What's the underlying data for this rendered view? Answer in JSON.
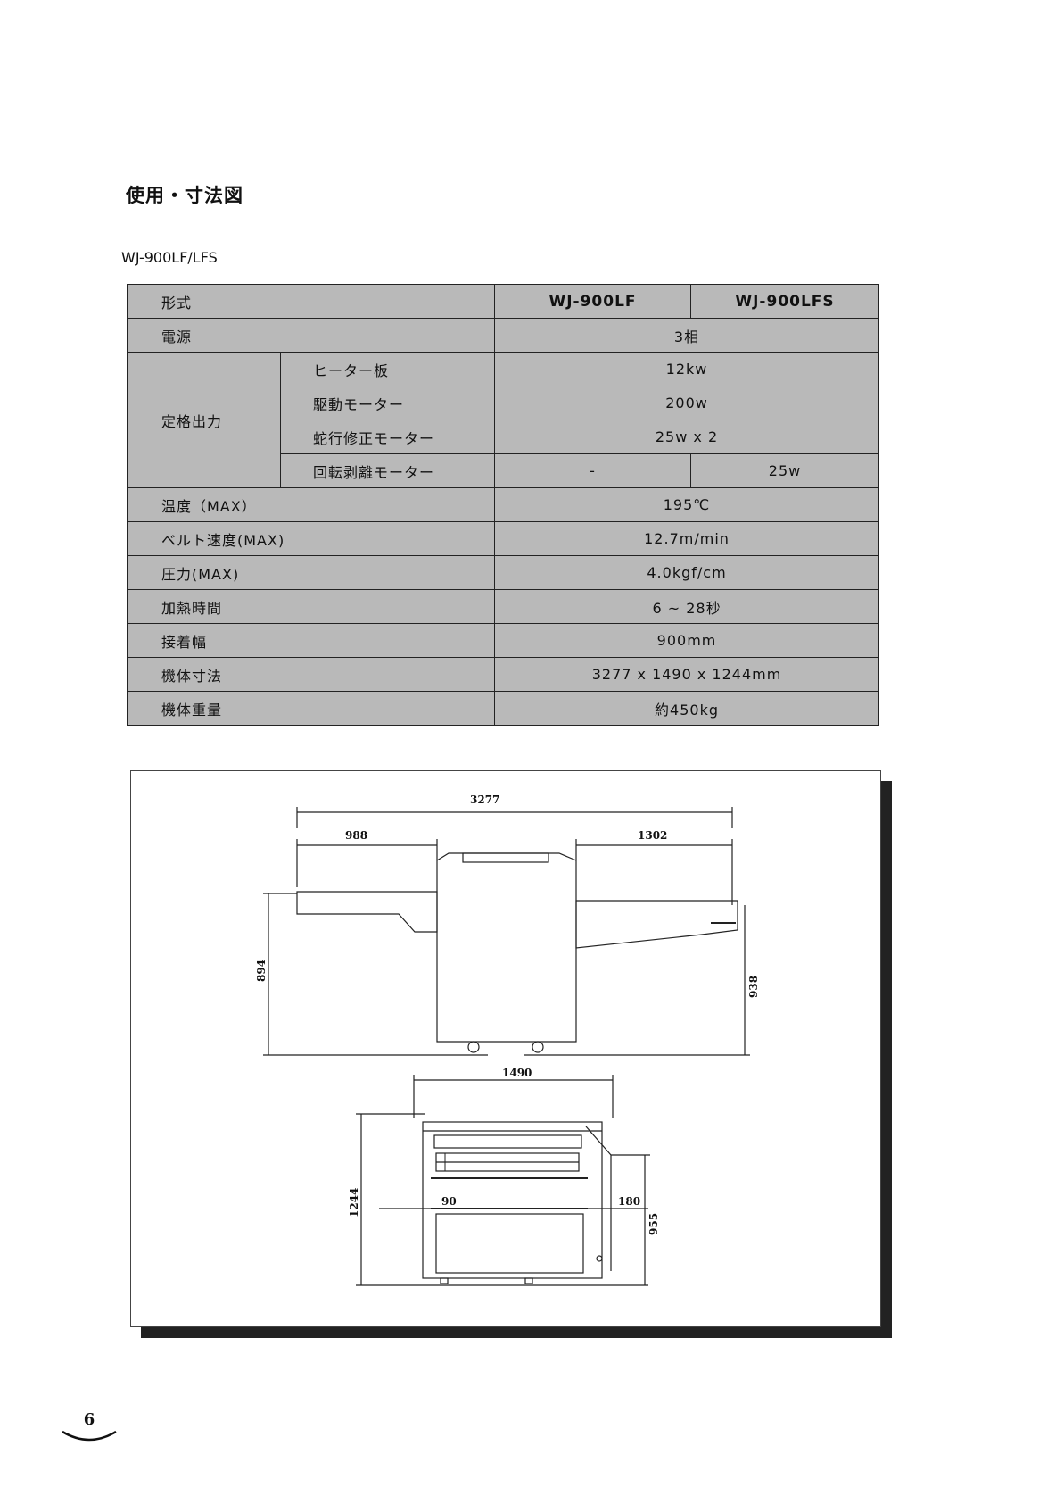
{
  "heading": "使用・寸法図",
  "model_name": "WJ-900LF/LFS",
  "spec_table": {
    "header": {
      "label": "形式",
      "col1": "WJ-900LF",
      "col2": "WJ-900LFS"
    },
    "power": {
      "label": "電源",
      "value": "3相"
    },
    "rated_output": {
      "label": "定格出力",
      "rows": [
        {
          "label": "ヒーター板",
          "value": "12kw"
        },
        {
          "label": "駆動モーター",
          "value": "200w"
        },
        {
          "label": "蛇行修正モーター",
          "value": "25w x 2"
        },
        {
          "label": "回転剥離モーター",
          "value_lf": "-",
          "value_lfs": "25w"
        }
      ]
    },
    "rows": [
      {
        "label": "温度（MAX）",
        "value": "195℃"
      },
      {
        "label": "ベルト速度(MAX)",
        "value": "12.7m/min"
      },
      {
        "label": "圧力(MAX)",
        "value": "4.0kgf/cm"
      },
      {
        "label": "加熱時間",
        "value": "6 ~ 28秒"
      },
      {
        "label": "接着幅",
        "value": "900mm"
      },
      {
        "label": "機体寸法",
        "value": "3277 x 1490 x 1244mm"
      },
      {
        "label": "機体重量",
        "value": "約450kg"
      }
    ]
  },
  "drawing": {
    "dimensions": {
      "overall_length": "3277",
      "left_section": "988",
      "right_section": "1302",
      "height_left": "894",
      "height_right": "938",
      "width": "1490",
      "height": "1244",
      "offset_left": "90",
      "offset_right": "180",
      "height_side": "955"
    }
  },
  "page_number": "6"
}
